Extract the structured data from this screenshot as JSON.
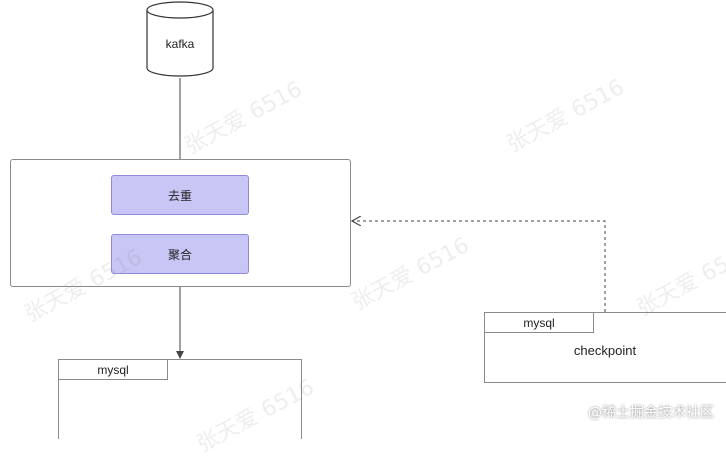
{
  "nodes": {
    "kafka": "kafka",
    "dedup": "去重",
    "aggregate": "聚合",
    "mysql_sink_tab": "mysql",
    "mysql_ckpt_tab": "mysql",
    "checkpoint": "checkpoint"
  },
  "watermark": "张天爱 6516",
  "credit": "@稀土掘金技术社区",
  "colors": {
    "process_fill": "#c8c6f4",
    "process_border": "#8f8bd8",
    "line": "#444444",
    "box_border": "#8a8a8a"
  }
}
